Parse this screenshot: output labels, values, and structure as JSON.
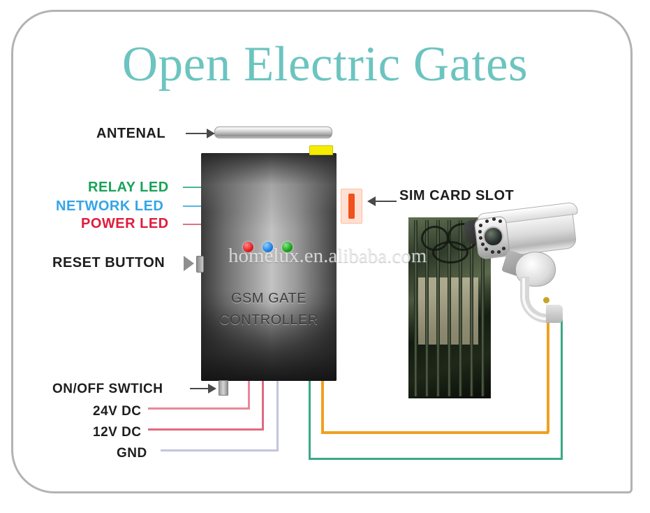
{
  "title": "Open Electric Gates",
  "watermark": "homelux.en.alibaba.com",
  "device": {
    "name_line1": "GSM GATE",
    "name_line2": "CONTROLLER"
  },
  "labels": {
    "antenal": "ANTENAL",
    "relay_led": "RELAY LED",
    "network_led": "NETWORK LED",
    "power_led": "POWER LED",
    "reset_button": "RESET BUTTON",
    "sim_card_slot": "SIM CARD SLOT",
    "on_off_switch": "ON/OFF SWTICH",
    "v24_dc": "24V DC",
    "v12_dc": "12V DC",
    "gnd": "GND"
  },
  "colors": {
    "title": "#6cc4c0",
    "relay_led": "#18a35a",
    "network_led": "#33a5e8",
    "power_led": "#e01b3c",
    "label_text": "#1d1d1d",
    "frame_border": "#b3b3b3",
    "sim_slot": "#f1511b",
    "antenna_tab": "#f5ec00",
    "wire_power_24v": "#e8889a",
    "wire_power_12v": "#e06a80",
    "wire_gnd": "#c3c5dd",
    "wire_camera_green": "#3aa887",
    "wire_camera_orange": "#f0a020"
  },
  "icons": {
    "antenal_arrow": "arrow-right-icon",
    "sim_arrow": "arrow-left-icon",
    "reset_arrow": "triangle-right-icon",
    "switch_arrow": "arrow-right-icon"
  }
}
